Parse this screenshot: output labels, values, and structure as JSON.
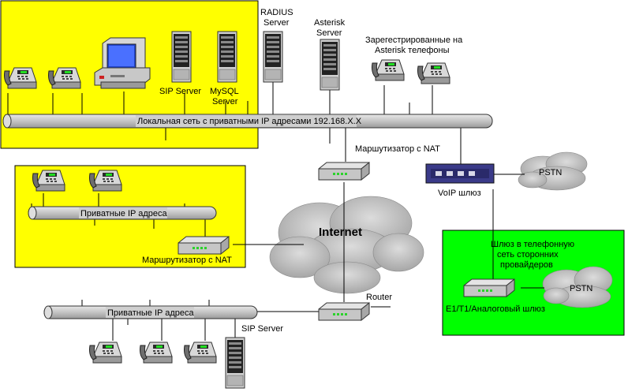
{
  "colors": {
    "zone_yellow": "#ffff00",
    "zone_green": "#00ff00",
    "bus": "#c8c8c8",
    "cloud": "#b9b9b9"
  },
  "labels": {
    "radius_1": "RADIUS",
    "radius_2": "Server",
    "asterisk_1": "Asterisk",
    "asterisk_2": "Server",
    "reg_phones_1": "Зарегестрированные на",
    "reg_phones_2": "Asterisk телефоны",
    "sip_server_top": "SIP Server",
    "mysql_1": "MySQL",
    "mysql_2": "Server",
    "lan_bus": "Локальная сеть с приватными IP адресами 192.168.X.X",
    "router_nat_main": "Маршутизатор с NAT",
    "pstn_top": "PSTN",
    "voip_gw": "VoIP шлюз",
    "private_ip_mid": "Приватные IP адреса",
    "router_nat_mid": "Маршрутизатор с NAT",
    "internet": "Internet",
    "gw_note_1": "Шлюз в телефонную",
    "gw_note_2": "сеть сторонних",
    "gw_note_3": "провайдеров",
    "pstn_right": "PSTN",
    "e1_gw": "E1/T1/Аналоговый шлюз",
    "router_bottom": "Router",
    "private_ip_bottom": "Приватные IP адреса",
    "sip_server_bottom": "SIP Server"
  }
}
